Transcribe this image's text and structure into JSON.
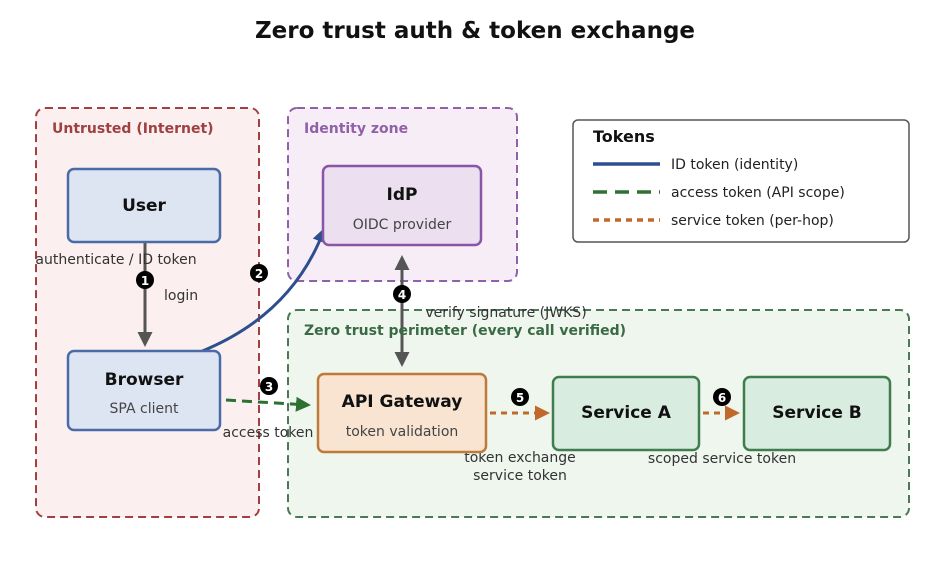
{
  "title": "Zero trust auth & token exchange",
  "zones": {
    "untrusted": "Untrusted (Internet)",
    "identity": "Identity zone",
    "perimeter": "Zero trust perimeter (every call verified)"
  },
  "nodes": {
    "user": {
      "label": "User"
    },
    "browser": {
      "label": "Browser",
      "sub": "SPA client"
    },
    "idp": {
      "label": "IdP",
      "sub": "OIDC provider"
    },
    "gateway": {
      "label": "API Gateway",
      "sub": "token validation"
    },
    "service_a": {
      "label": "Service A"
    },
    "service_b": {
      "label": "Service B"
    }
  },
  "edges": {
    "e1": {
      "step": "1",
      "label": "login"
    },
    "e2": {
      "step": "2",
      "label": "authenticate / ID token"
    },
    "e3": {
      "step": "3",
      "label": "access token"
    },
    "e4": {
      "step": "4",
      "label": "verify signature (JWKS)"
    },
    "e5": {
      "step": "5",
      "label_line1": "token exchange",
      "label_line2": "service token"
    },
    "e6": {
      "step": "6",
      "label": "scoped service token"
    }
  },
  "legend": {
    "title": "Tokens",
    "items": [
      {
        "label": "ID token (identity)",
        "color": "#2d4e8f"
      },
      {
        "label": "access token (API scope)",
        "color": "#2e7032"
      },
      {
        "label": "service token (per-hop)",
        "color": "#c0692a"
      }
    ]
  },
  "colors": {
    "untrusted": "#a04040",
    "identity": "#9060a8",
    "perimeter": "#4a7a55",
    "user_node": "#4a6aa8",
    "gateway_node": "#c07a38",
    "service_node": "#3f7d4e",
    "flow_gray": "#555555"
  }
}
